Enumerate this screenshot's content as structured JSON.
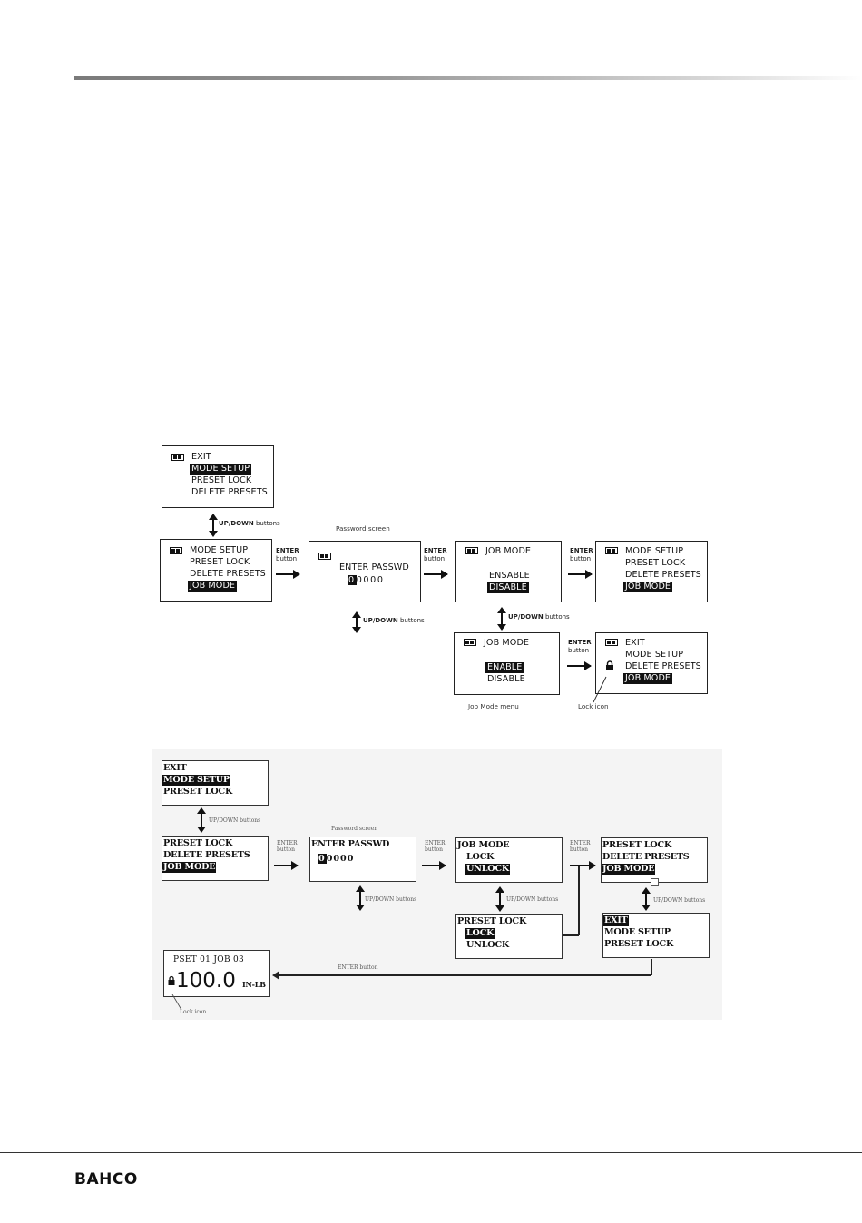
{
  "diagram1": {
    "menu_top": {
      "line1": "EXIT",
      "line2": "MODE SETUP",
      "line3": "PRESET LOCK",
      "line4": "DELETE PRESETS"
    },
    "updown1": {
      "bold": "UP/DOWN",
      "text": "buttons"
    },
    "menu_left": {
      "line1": "MODE SETUP",
      "line2": "PRESET LOCK",
      "line3": "DELETE PRESETS",
      "line4": "JOB MODE"
    },
    "enter1": {
      "bold": "ENTER",
      "text": "button"
    },
    "password_caption": "Password screen",
    "password": {
      "line1": "ENTER PASSWD",
      "first_digit": "0",
      "digits": "0000"
    },
    "enter2": {
      "bold": "ENTER",
      "text": "button"
    },
    "jobmode1": {
      "title": "JOB MODE",
      "line1": "ENSABLE",
      "line2": "DISABLE"
    },
    "enter3": {
      "bold": "ENTER",
      "text": "button"
    },
    "menu_right": {
      "line1": "MODE SETUP",
      "line2": "PRESET LOCK",
      "line3": "DELETE PRESETS",
      "line4": "JOB MODE"
    },
    "updown2": {
      "bold": "UP/DOWN",
      "text": "buttons"
    },
    "updown3": {
      "bold": "UP/DOWN",
      "text": "buttons"
    },
    "jobmode2": {
      "title": "JOB MODE",
      "line1": "ENABLE",
      "line2": "DISABLE"
    },
    "jobmode_caption": "Job Mode menu",
    "enter4": {
      "bold": "ENTER",
      "text": "button"
    },
    "menu_locked": {
      "line1": "EXIT",
      "line2": "MODE SETUP",
      "line3": "DELETE PRESETS",
      "line4": "JOB MODE"
    },
    "lock_caption": "Lock icon"
  },
  "diagram2": {
    "top": {
      "line1": "EXIT",
      "line2": "MODE SETUP",
      "line3": "PRESET LOCK"
    },
    "updown1": "UP/DOWN buttons",
    "left": {
      "line1": "PRESET LOCK",
      "line2": "DELETE PRESETS",
      "line3": "JOB MODE"
    },
    "enter1": {
      "l1": "ENTER",
      "l2": "button"
    },
    "password_caption": "Password screen",
    "password": {
      "line1": "ENTER PASSWD",
      "first_digit": "0",
      "digits": "0000"
    },
    "updown2": "UP/DOWN buttons",
    "enter2": {
      "l1": "ENTER",
      "l2": "button"
    },
    "jobmode": {
      "line1": "JOB MODE",
      "line2": "LOCK",
      "line3": "UNLOCK"
    },
    "updown3": "UP/DOWN buttons",
    "preset": {
      "line1": "PRESET LOCK",
      "line2": "LOCK",
      "line3": "UNLOCK"
    },
    "enter3": {
      "l1": "ENTER",
      "l2": "button"
    },
    "right_top": {
      "line1": "PRESET LOCK",
      "line2": "DELETE PRESETS",
      "line3": "JOB MODE"
    },
    "updown4": "UP/DOWN buttons",
    "right_bottom": {
      "line1": "EXIT",
      "line2": "MODE SETUP",
      "line3": "PRESET LOCK"
    },
    "display": {
      "header": "PSET 01  JOB  03",
      "value": "100.0",
      "unit": "IN-LB"
    },
    "enter_bottom": "ENTER button",
    "lock_caption": "Lock icon"
  },
  "footer": {
    "brand": "BAHCO"
  }
}
